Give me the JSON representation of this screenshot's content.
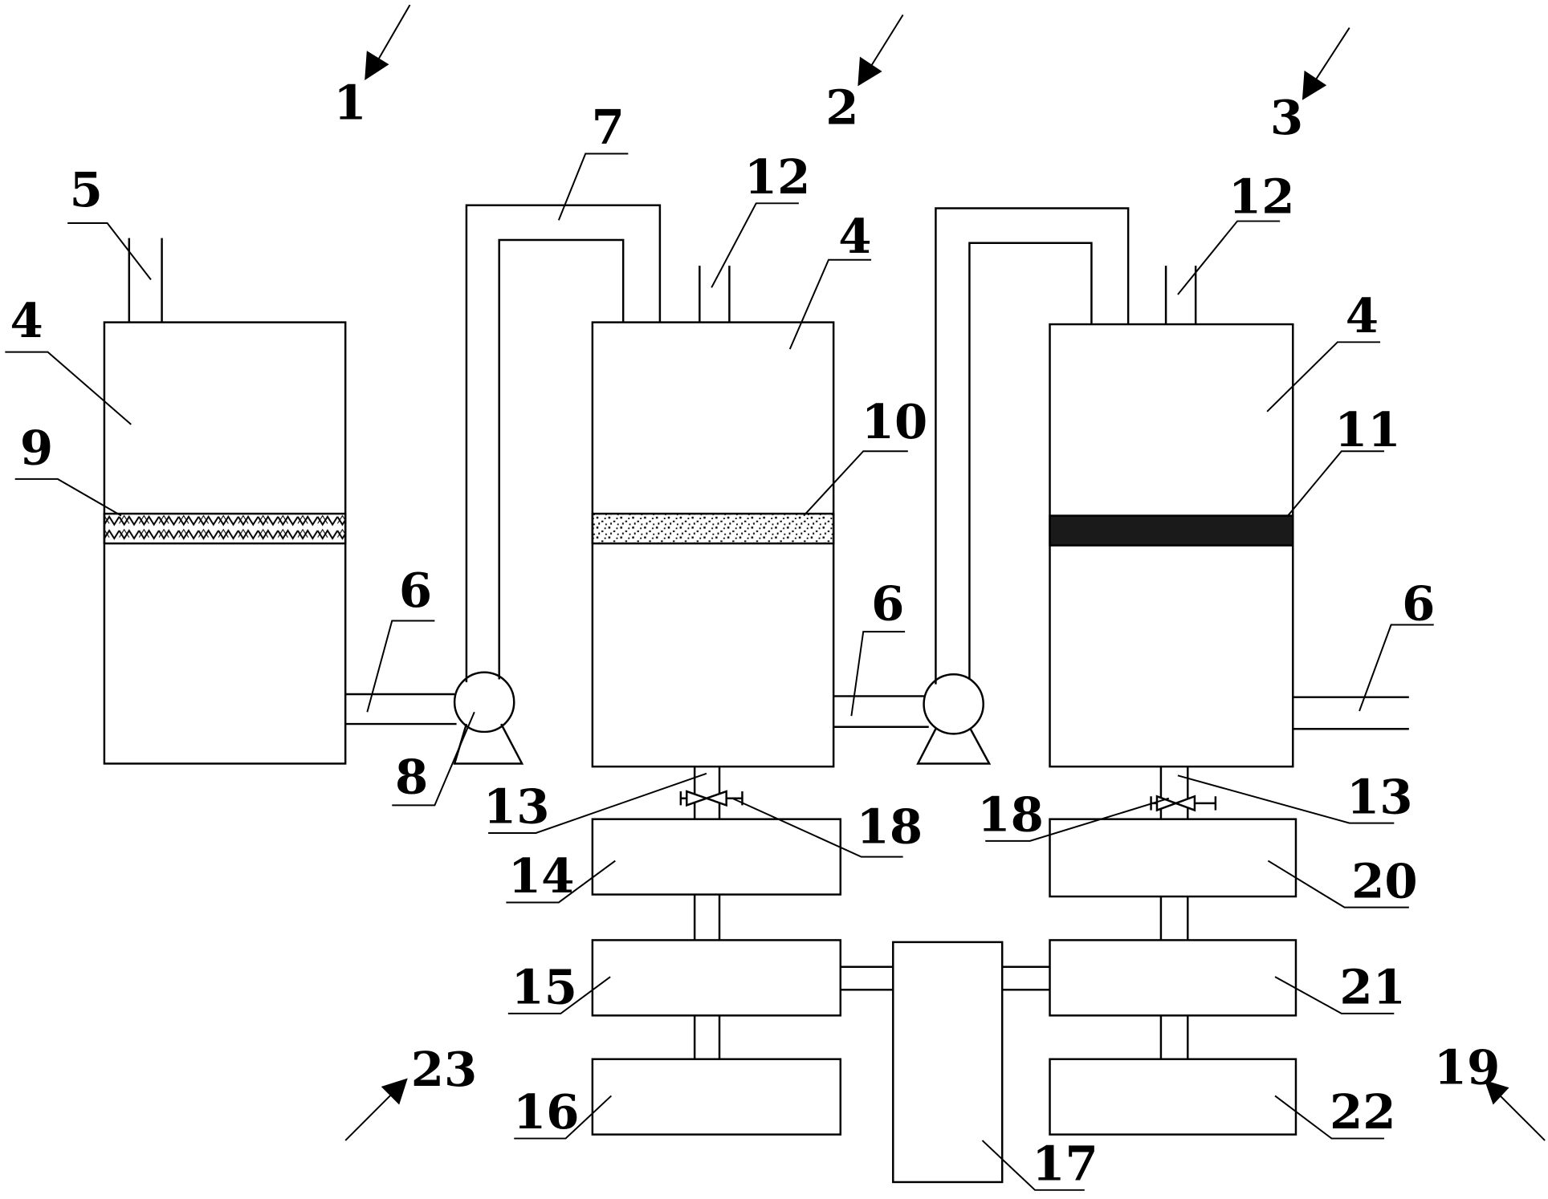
{
  "labels": {
    "unit1": "1",
    "unit2": "2",
    "unit3": "3",
    "tank_top": "4",
    "inlet_pipe": "5",
    "outlet_pipe": "6",
    "return_pipe": "7",
    "pump": "8",
    "packing_layer_1": "9",
    "packing_layer_2": "10",
    "packing_layer_3": "11",
    "vent_pipe": "12",
    "drain_pipe": "13",
    "box_14": "14",
    "box_15": "15",
    "box_16": "16",
    "box_17": "17",
    "valve": "18",
    "group_19": "19",
    "box_20": "20",
    "box_21": "21",
    "box_22": "22",
    "group_23": "23"
  },
  "colors": {
    "line": "#000000",
    "background": "#ffffff"
  }
}
